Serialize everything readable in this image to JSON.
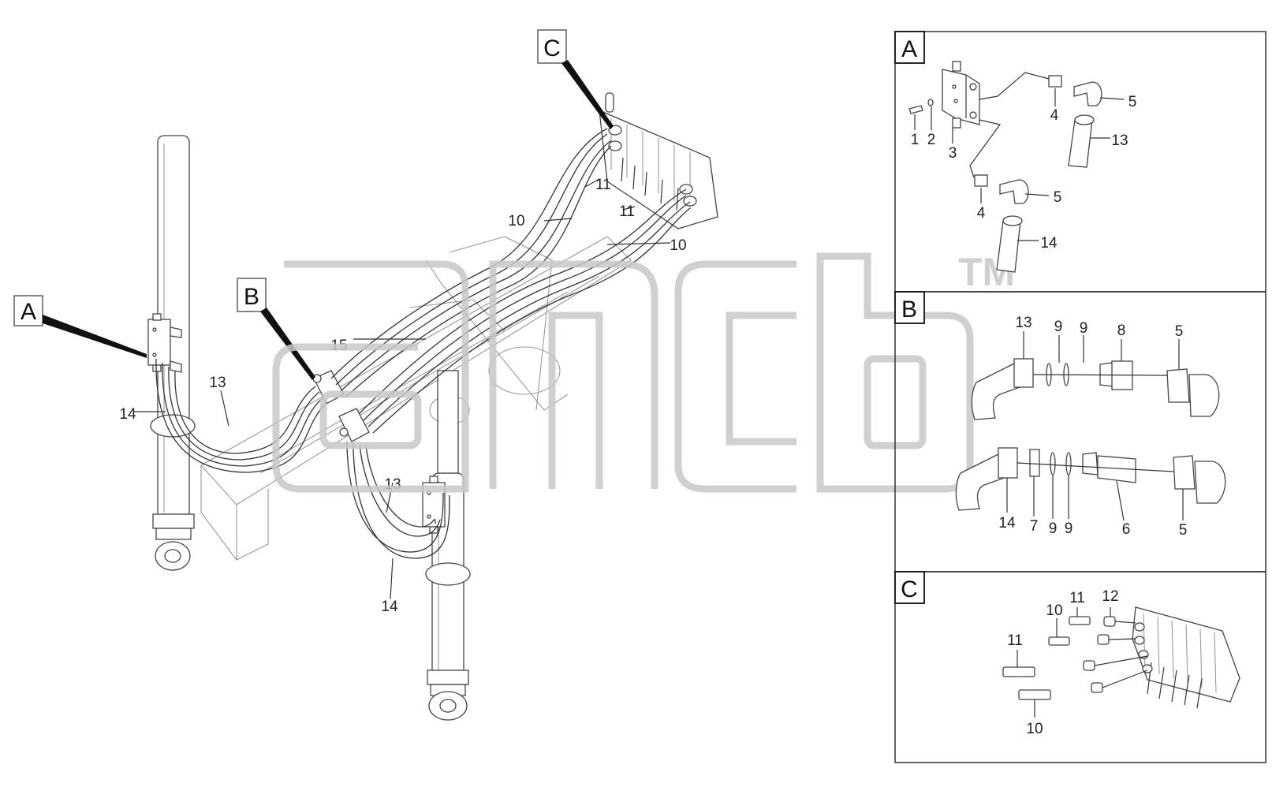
{
  "watermark": {
    "text": "amcb",
    "mark": "TM",
    "color": "#c8c8c8"
  },
  "callouts": {
    "a": "A",
    "b": "B",
    "c": "C"
  },
  "main_labels": {
    "n10a": "10",
    "n11a": "11",
    "n11b": "11",
    "n10b": "10",
    "n15": "15",
    "n13a": "13",
    "n14a": "14",
    "n13b": "13",
    "n14b": "14"
  },
  "detail_a": {
    "title": "A",
    "labels": {
      "n1": "1",
      "n2": "2",
      "n3": "3",
      "n4a": "4",
      "n5a": "5",
      "n13": "13",
      "n4b": "4",
      "n5b": "5",
      "n14": "14"
    }
  },
  "detail_b": {
    "title": "B",
    "labels": {
      "n13": "13",
      "n9a": "9",
      "n9b": "9",
      "n8": "8",
      "n5a": "5",
      "n14": "14",
      "n7": "7",
      "n9c": "9",
      "n9d": "9",
      "n6": "6",
      "n5b": "5"
    }
  },
  "detail_c": {
    "title": "C",
    "labels": {
      "n11a": "11",
      "n12": "12",
      "n10a": "10",
      "n11b": "11",
      "n10b": "10"
    }
  }
}
